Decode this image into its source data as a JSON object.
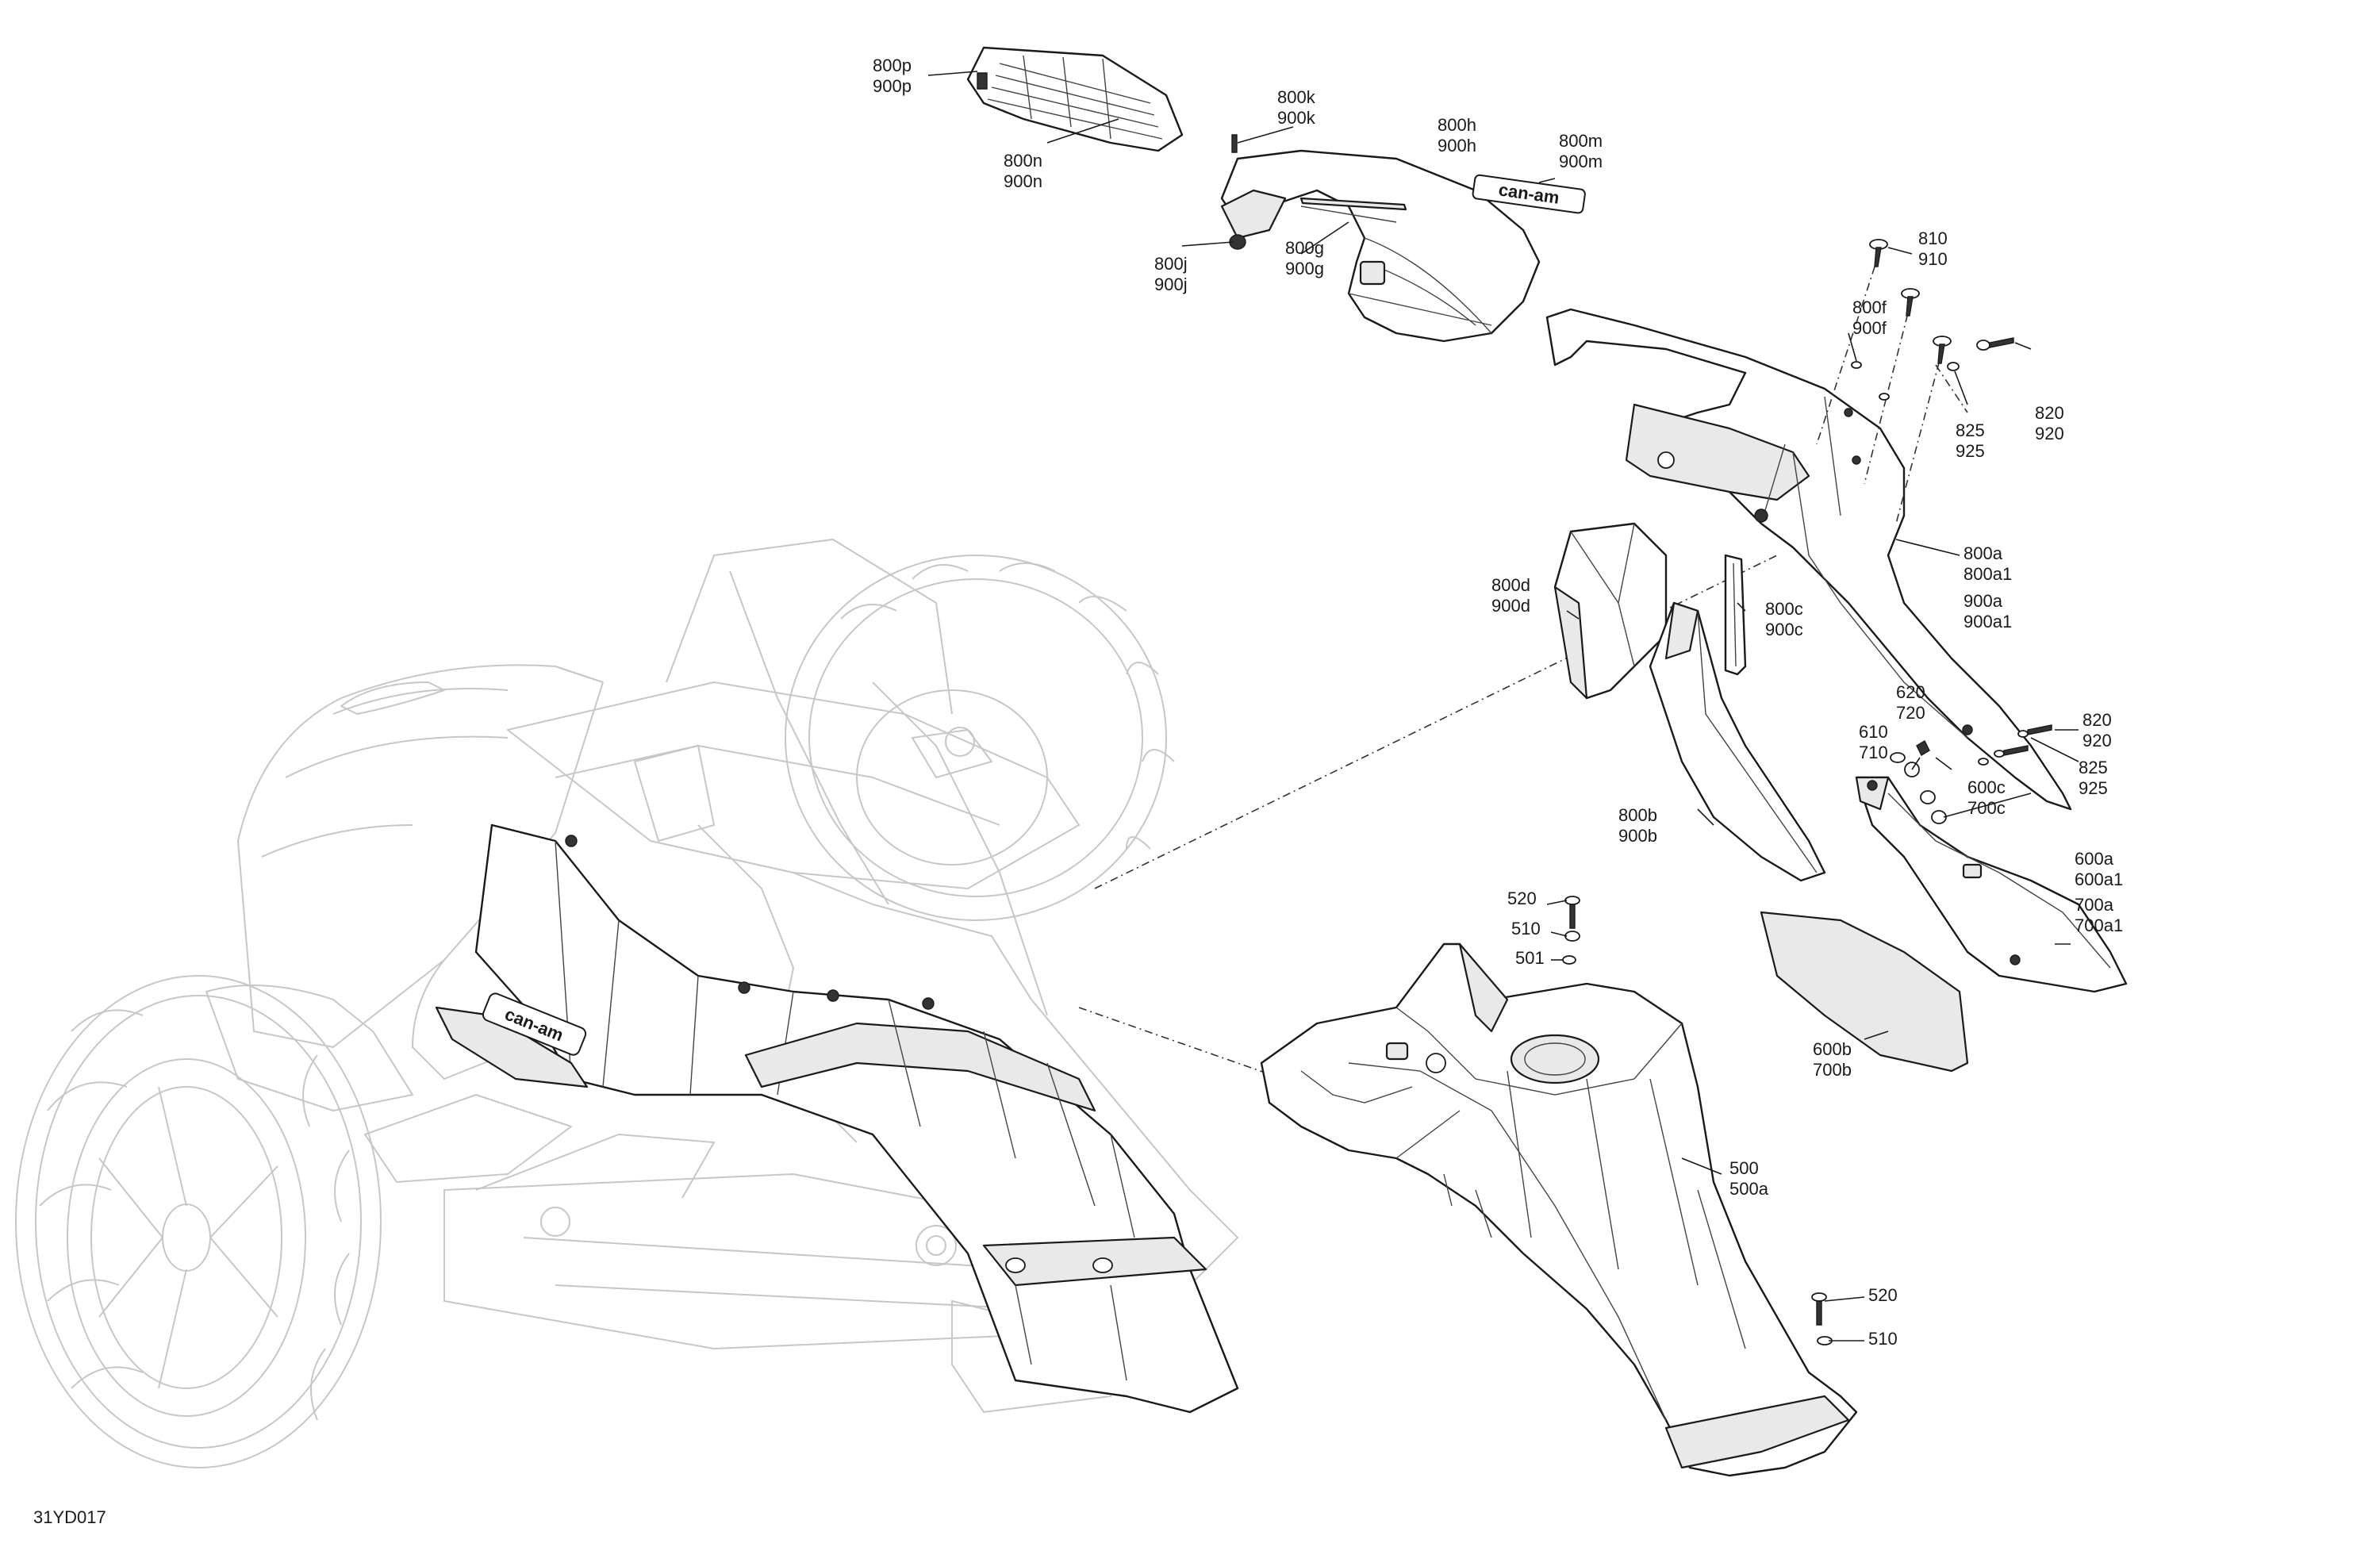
{
  "diagram": {
    "code": "31YD017",
    "labels": {
      "p800p": [
        "800p",
        "900p"
      ],
      "p800n": [
        "800n",
        "900n"
      ],
      "p800k": [
        "800k",
        "900k"
      ],
      "p800h": [
        "800h",
        "900h"
      ],
      "p800m": [
        "800m",
        "900m"
      ],
      "p800j": [
        "800j",
        "900j"
      ],
      "p800g": [
        "800g",
        "900g"
      ],
      "p810": [
        "810",
        "910"
      ],
      "p800f": [
        "800f",
        "900f"
      ],
      "p820a": [
        "820",
        "920"
      ],
      "p825a": [
        "825",
        "925"
      ],
      "p800a": [
        "800a",
        "800a1",
        "900a",
        "900a1"
      ],
      "p800d": [
        "800d",
        "900d"
      ],
      "p800c": [
        "800c",
        "900c"
      ],
      "p820b": [
        "820",
        "920"
      ],
      "p620": [
        "620",
        "720"
      ],
      "p610": [
        "610",
        "710"
      ],
      "p825b": [
        "825",
        "925"
      ],
      "p600c": [
        "600c",
        "700c"
      ],
      "p800b": [
        "800b",
        "900b"
      ],
      "p520a": [
        "520"
      ],
      "p510a": [
        "510"
      ],
      "p501": [
        "501"
      ],
      "p600a": [
        "600a",
        "600a1",
        "700a",
        "700a1"
      ],
      "p600b": [
        "600b",
        "700b"
      ],
      "p500": [
        "500",
        "500a"
      ],
      "p520b": [
        "520"
      ],
      "p510b": [
        "510"
      ]
    },
    "logo_text": "can-am",
    "emblem_text": "can-am"
  }
}
